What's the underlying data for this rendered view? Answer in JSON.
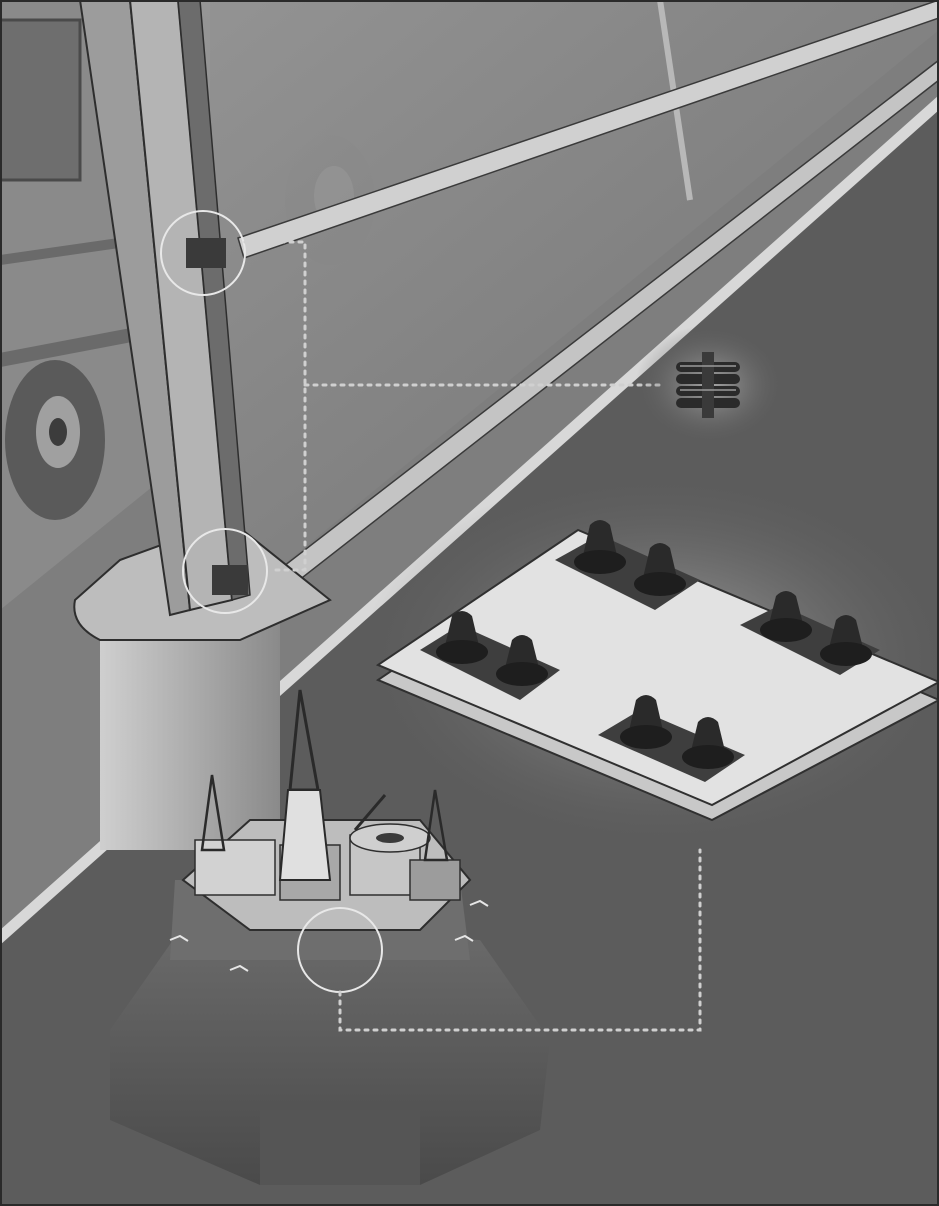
{
  "illustration": {
    "panels": [
      {
        "name": "glass-barrier"
      },
      {
        "name": "bearing-plate"
      },
      {
        "name": "offshore-platform"
      }
    ],
    "colors": {
      "background": "#5c5c5c",
      "frame": "#808080",
      "highlight": "#d4d4d4",
      "dark": "#262626",
      "callout_dots": "#d0d0d0"
    }
  }
}
